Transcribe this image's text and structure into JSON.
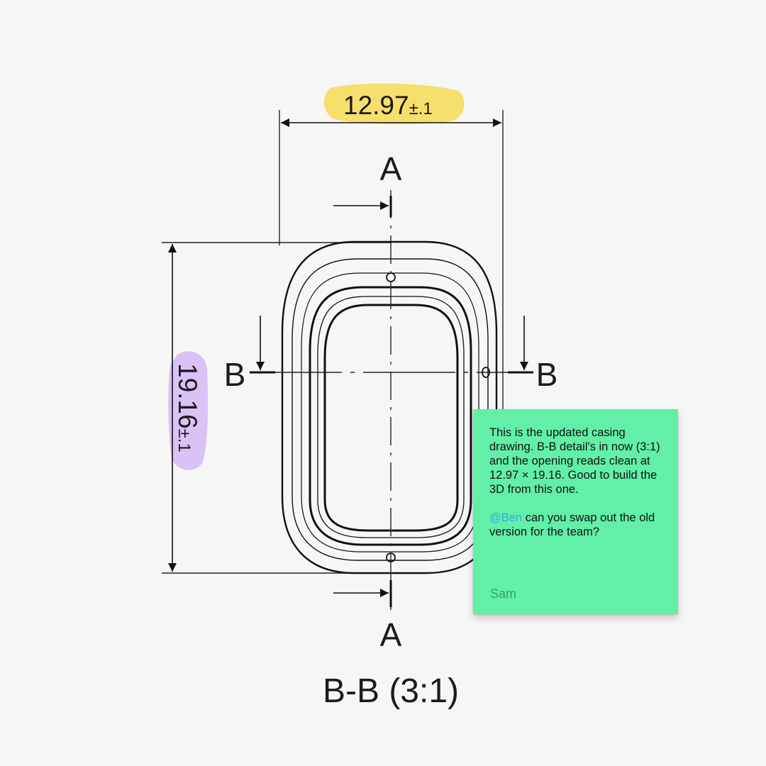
{
  "drawing": {
    "dim_width": {
      "value": "12.97",
      "tolerance": "±.1",
      "highlight": "#f7df6e"
    },
    "dim_height": {
      "value": "19.16",
      "tolerance": "±.1",
      "highlight": "#d9c2f6"
    },
    "section_a_top": "A",
    "section_a_bottom": "A",
    "section_b_left": "B",
    "section_b_right": "B",
    "caption": "B-B (3:1)"
  },
  "sticky_note": {
    "color": "#62efa8",
    "paragraph_1": "This is the updated casing drawing. B-B detail's in now (3:1) and the opening reads clean at 12.97 × 19.16. Good to build the 3D from this one.",
    "mention": "@Ben",
    "paragraph_2_rest": " can you swap out the old version for the team?",
    "author": "Sam"
  }
}
